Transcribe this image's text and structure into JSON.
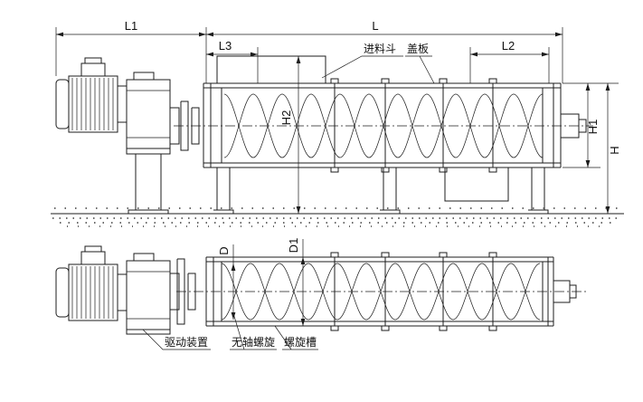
{
  "page": {
    "background": "#ffffff",
    "ink": "#1c1c1c"
  },
  "drawing": {
    "top_view": {
      "dims": {
        "L1": "L1",
        "L": "L",
        "L3": "L3",
        "L2": "L2",
        "H1": "H1",
        "H2": "H2",
        "H": "H"
      },
      "callouts": {
        "feed_hopper": "进料斗",
        "cover_plate": "盖板"
      }
    },
    "bottom_view": {
      "dims": {
        "D": "D",
        "D1": "D1"
      },
      "callouts": {
        "drive_unit": "驱动装置",
        "shaftless_spiral": "无轴螺旋",
        "spiral_trough": "螺旋槽"
      }
    }
  }
}
